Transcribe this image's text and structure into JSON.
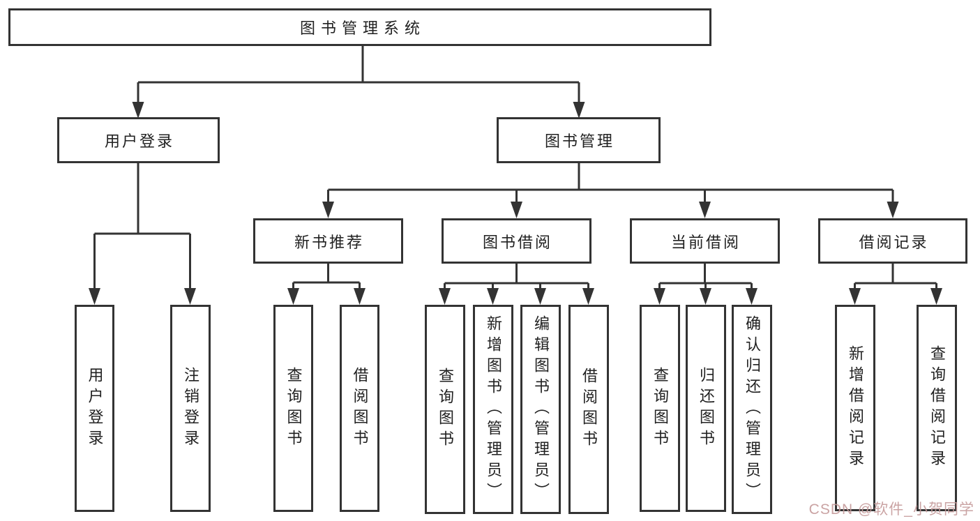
{
  "diagram_title": "图书管理系统",
  "tree": {
    "label": "图书管理系统",
    "children": [
      {
        "label": "用户登录",
        "children": [
          {
            "label": "用户登录"
          },
          {
            "label": "注销登录"
          }
        ]
      },
      {
        "label": "图书管理",
        "children": [
          {
            "label": "新书推荐",
            "children": [
              {
                "label": "查询图书"
              },
              {
                "label": "借阅图书"
              }
            ]
          },
          {
            "label": "图书借阅",
            "children": [
              {
                "label": "查询图书"
              },
              {
                "label": "新增图书（管理员）"
              },
              {
                "label": "编辑图书（管理员）"
              },
              {
                "label": "借阅图书"
              }
            ]
          },
          {
            "label": "当前借阅",
            "children": [
              {
                "label": "查询图书"
              },
              {
                "label": "归还图书"
              },
              {
                "label": "确认归还（管理员）"
              }
            ]
          },
          {
            "label": "借阅记录",
            "children": [
              {
                "label": "新增借阅记录"
              },
              {
                "label": "查询借阅记录"
              }
            ]
          }
        ]
      }
    ]
  },
  "watermark": {
    "text": "CSDN @软件_小贺同学"
  },
  "colors": {
    "line": "#333333",
    "text": "#212121",
    "background": "#ffffff",
    "watermark": "#c59a9a"
  }
}
